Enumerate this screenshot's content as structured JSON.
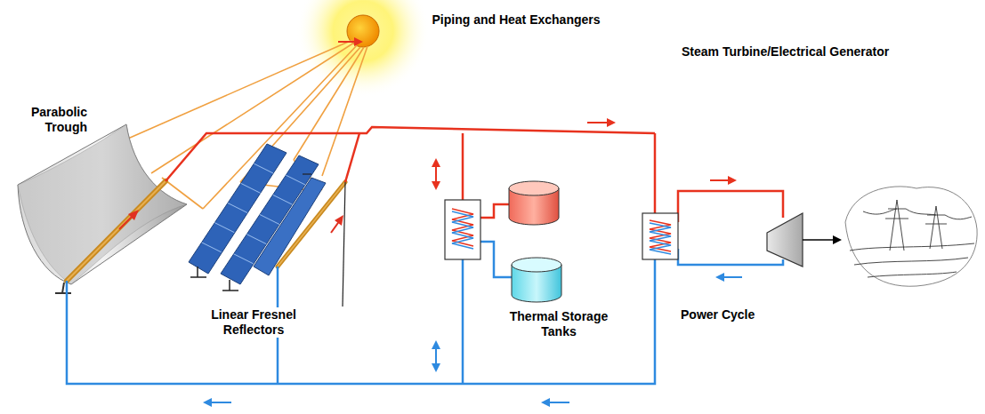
{
  "diagram": {
    "labels": [
      "Piping and Heat Exchangers",
      "Steam Turbine/Electrical Generator",
      "Parabolic Trough",
      "Linear Fresnel Reflectors",
      "Thermal Storage Tanks",
      "Power Cycle"
    ]
  }
}
